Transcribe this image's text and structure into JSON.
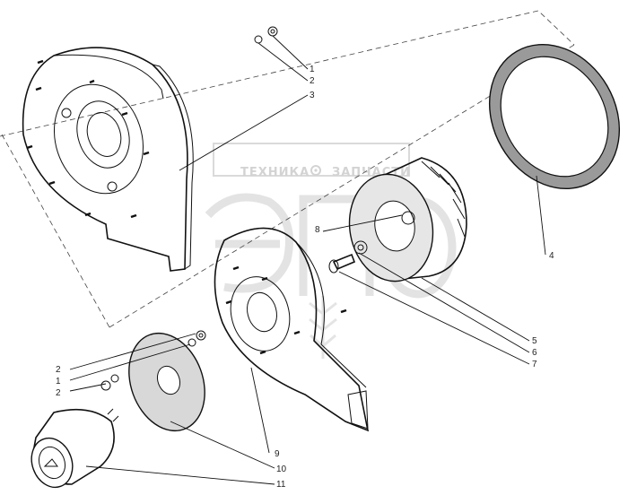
{
  "watermark": {
    "text_left": "ТЕХНИКА",
    "text_right": "ЗАПЧАСТИ",
    "letters": "ЭПО",
    "icon": "gear-icon"
  },
  "callouts": {
    "c1_top": "1",
    "c2_top": "2",
    "c3": "3",
    "c4": "4",
    "c5": "5",
    "c6": "6",
    "c7": "7",
    "c8": "8",
    "c9": "9",
    "c10": "10",
    "c11": "11",
    "c2_left_a": "2",
    "c1_left": "1",
    "c2_left_b": "2"
  }
}
